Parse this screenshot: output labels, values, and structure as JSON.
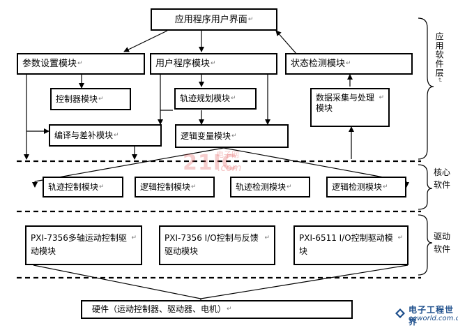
{
  "return_mark": "↵",
  "boxes": {
    "app_ui": "应用程序用户界面",
    "param_setting": "参数设置模块",
    "user_program": "用户程序模块",
    "status_detect": "状态检测模块",
    "controller": "控制器模块",
    "trajectory_plan": "轨迹规划模块",
    "data_acq": "数据采集与处理模块",
    "compile_interp": "编译与差补模块",
    "logic_var": "逻辑变量模块",
    "traj_ctrl": "轨迹控制模块",
    "logic_ctrl": "逻辑控制模块",
    "traj_detect": "轨迹检测模块",
    "logic_detect": "逻辑检测模块",
    "pxi7356_motion": "PXI-7356多轴运动控制驱动模块",
    "pxi7356_io": "PXI-7356 I/O控制与反馈驱动模块",
    "pxi6511_io": "PXI-6511 I/O控制驱动模块",
    "hardware": "硬件（运动控制器、驱动器、电机）"
  },
  "layers": {
    "app_software": "应用软件层",
    "core_software": "核心软件",
    "driver_software": "驱动软件"
  },
  "watermark": {
    "brand": "21IC",
    "cn": "电子网",
    "domain": ".com"
  },
  "logo": {
    "cn": "电子工程世界",
    "en": "eeworld.com.cn"
  },
  "colors": {
    "line": "#000000",
    "watermark": "#e45b5b",
    "logo": "#1a4c8a"
  }
}
